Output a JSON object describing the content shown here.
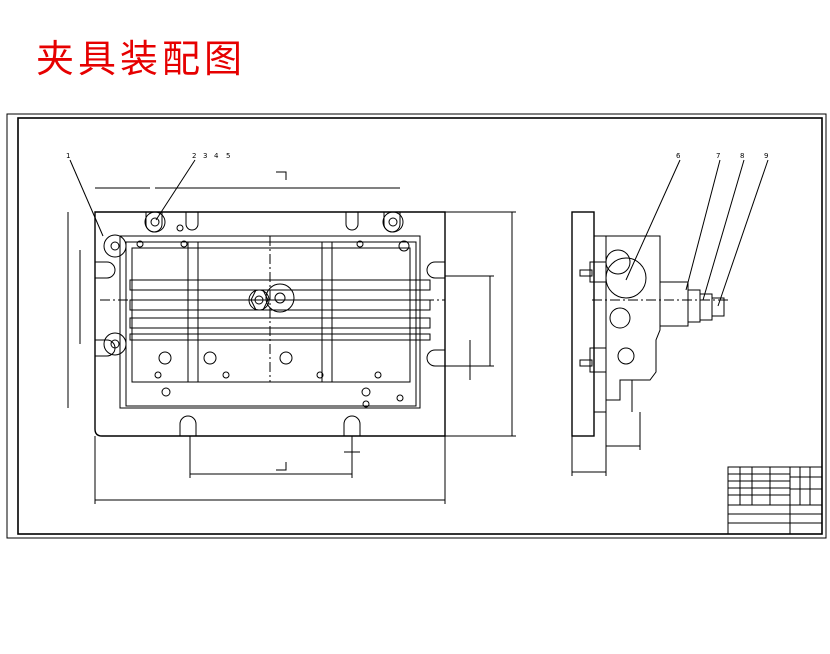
{
  "title": "夹具装配图",
  "title_color": "#e60000",
  "line_color": "#000000",
  "part_numbers_front": [
    "1",
    "2",
    "3",
    "4",
    "5"
  ],
  "part_numbers_side": [
    "6",
    "7",
    "8",
    "9"
  ]
}
